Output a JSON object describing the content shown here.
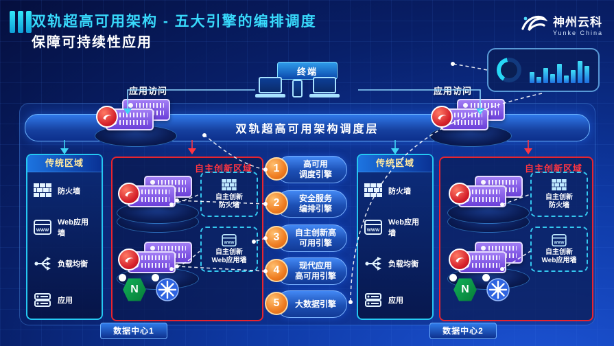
{
  "header": {
    "title": "双轨超高可用架构  -  五大引擎的编排调度",
    "subtitle": "保障可持续性应用",
    "logo_text": "神州云科",
    "logo_sub": "Yunke China"
  },
  "terminal_label": "终端",
  "access_left": "应用访问",
  "access_right": "应用访问",
  "scheduler_layer": "双轨超高可用架构调度层",
  "icons": {
    "www": "WWW",
    "n": "N"
  },
  "engines": [
    {
      "num": "1",
      "label": "高可用\n调度引擎"
    },
    {
      "num": "2",
      "label": "安全服务\n编排引擎"
    },
    {
      "num": "3",
      "label": "自主创新高\n可用引擎"
    },
    {
      "num": "4",
      "label": "现代应用\n高可用引擎"
    },
    {
      "num": "5",
      "label": "大数据引擎"
    }
  ],
  "datacenters": [
    {
      "name": "数据中心1",
      "traditional_label": "传统区域",
      "traditional_items": [
        "防火墙",
        "Web应用墙",
        "负载均衡",
        "应用"
      ],
      "innovation_label": "自主创新区域",
      "innovation_items": [
        "自主创新\n防火墙",
        "自主创新\nWeb应用墙"
      ]
    },
    {
      "name": "数据中心2",
      "traditional_label": "传统区域",
      "traditional_items": [
        "防火墙",
        "Web应用墙",
        "负载均衡",
        "应用"
      ],
      "innovation_label": "自主创新区域",
      "innovation_items": [
        "自主创新\n防火墙",
        "自主创新\nWeb应用墙"
      ]
    }
  ]
}
